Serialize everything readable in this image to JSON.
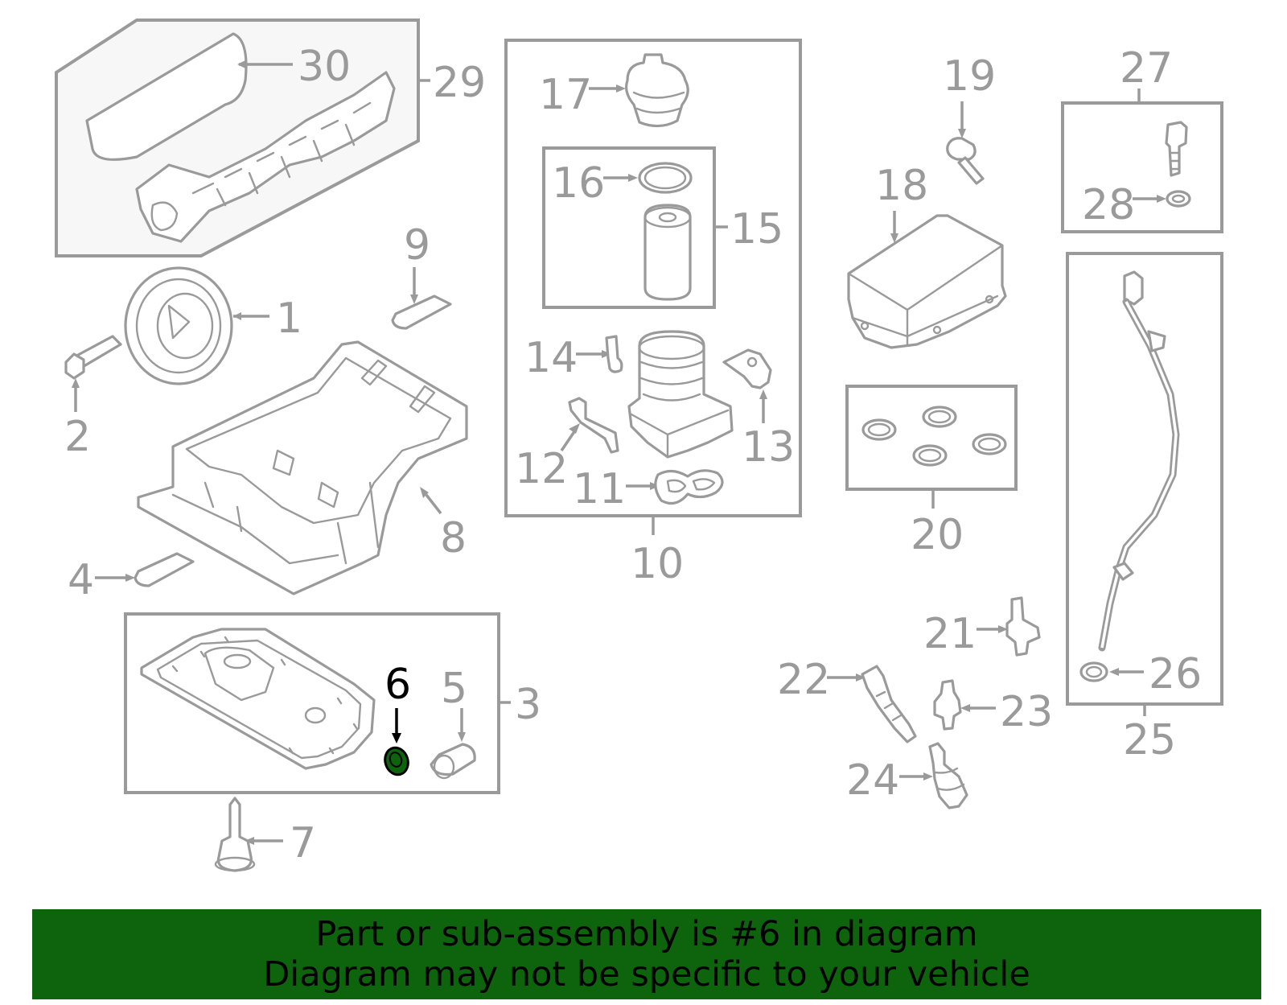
{
  "accent_color": "#0d640d",
  "highlight_color": "#000000",
  "line_color": "#9a9a9a",
  "callouts": {
    "c1": "1",
    "c2": "2",
    "c3": "3",
    "c4": "4",
    "c5": "5",
    "c6": "6",
    "c7": "7",
    "c8": "8",
    "c9": "9",
    "c10": "10",
    "c11": "11",
    "c12": "12",
    "c13": "13",
    "c14": "14",
    "c15": "15",
    "c16": "16",
    "c17": "17",
    "c18": "18",
    "c19": "19",
    "c20": "20",
    "c21": "21",
    "c22": "22",
    "c23": "23",
    "c24": "24",
    "c25": "25",
    "c26": "26",
    "c27": "27",
    "c28": "28",
    "c29": "29",
    "c30": "30"
  },
  "highlighted_part": "6",
  "banner": {
    "line1": "Part or sub-assembly is #6 in diagram",
    "line2": "Diagram may not be specific to your vehicle"
  }
}
